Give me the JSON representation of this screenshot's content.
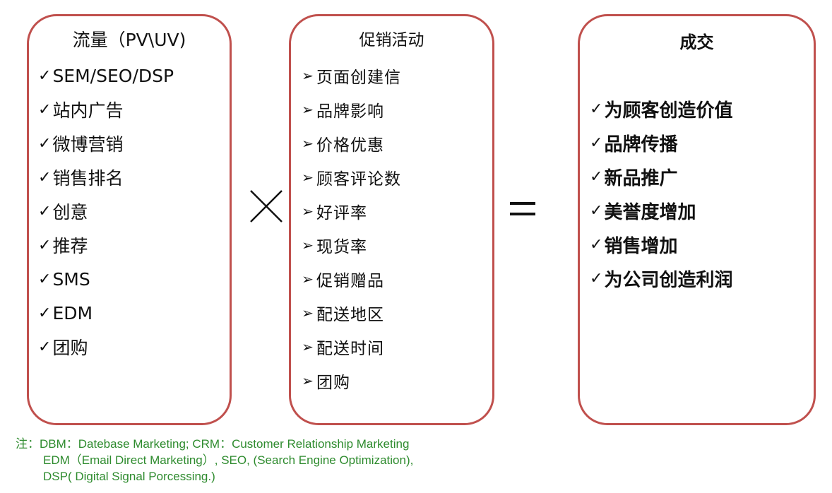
{
  "traffic": {
    "title": "流量（PV\\UV)",
    "items": [
      "SEM/SEO/DSP",
      "站内广告",
      "微博营销",
      "销售排名",
      "创意",
      "推荐",
      "SMS",
      "EDM",
      "团购"
    ]
  },
  "promotion": {
    "title": "促销活动",
    "items": [
      "页面创建信",
      "品牌影响",
      "价格优惠",
      "顾客评论数",
      "好评率",
      "现货率",
      "促销赠品",
      "配送地区",
      "配送时间",
      "团购"
    ]
  },
  "deal": {
    "title": "成交",
    "items": [
      "为顾客创造价值",
      "品牌传播",
      "新品推广",
      "美誉度增加",
      "销售增加",
      "为公司创造利润"
    ]
  },
  "operators": {
    "times": "×",
    "equals": "="
  },
  "footnote": {
    "line1": "注：DBM：Datebase Marketing;  CRM：Customer Relationship Marketing",
    "line2": "EDM（Email Direct Marketing）, SEO, (Search Engine Optimization),",
    "line3": "DSP( Digital Signal Porcessing.)"
  },
  "colors": {
    "box_border": "#c0504d",
    "footnote_text": "#2e8b2e"
  },
  "icons": {
    "check_mark": "✓",
    "arrow_bullet": "➢"
  }
}
